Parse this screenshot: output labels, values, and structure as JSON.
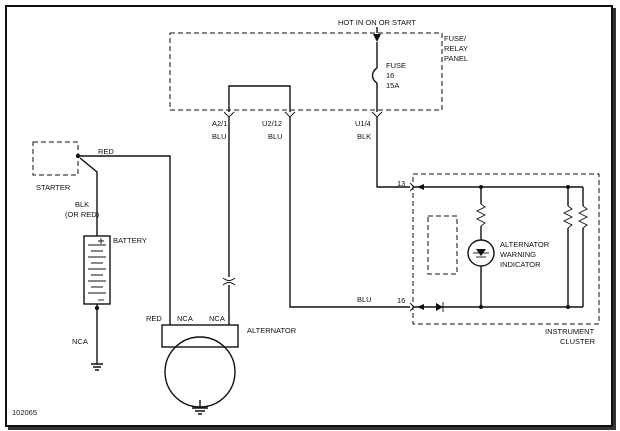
{
  "labels": {
    "hot_in_on_or_start": "HOT IN ON OR START",
    "fuse_relay_panel": [
      "FUSE/",
      "RELAY",
      "PANEL"
    ],
    "fuse": [
      "FUSE",
      "16",
      "15A"
    ],
    "conn_a2_1": "A2/1",
    "conn_u2_12": "U2/12",
    "conn_u1_4": "U1/4",
    "wire_blu_1": "BLU",
    "wire_blu_2": "BLU",
    "wire_blk_1": "BLK",
    "wire_red_top": "RED",
    "starter": "STARTER",
    "blk_or_red": [
      "BLK",
      "(OR RED)"
    ],
    "battery": "BATTERY",
    "nca_left": "NCA",
    "red_bottom": "RED",
    "nca_mid": "NCA",
    "nca_right": "NCA",
    "alternator": "ALTERNATOR",
    "pin_13": "13",
    "pin_16": "16",
    "wire_blu_bottom": "BLU",
    "alt_warning": [
      "ALTERNATOR",
      "WARNING",
      "INDICATOR"
    ],
    "instrument_cluster": [
      "INSTRUMENT",
      "CLUSTER"
    ],
    "figure_id": "102065"
  }
}
